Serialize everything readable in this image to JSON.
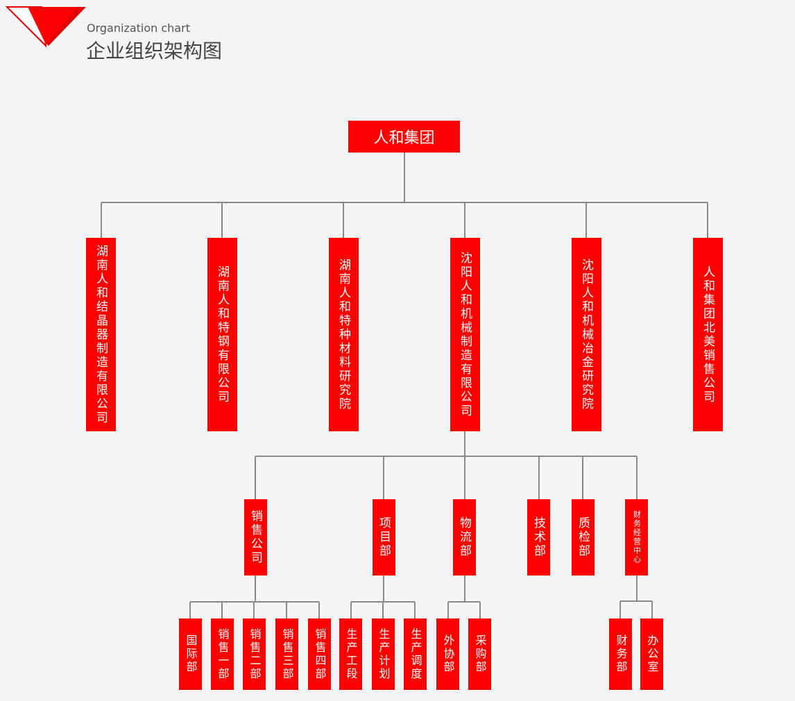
{
  "header": {
    "subtitle": "Organization chart",
    "title": "企业组织架构图"
  },
  "colors": {
    "box": "#ff0000",
    "line": "#888888"
  },
  "root": "人和集团",
  "level1": [
    "湖南人和结晶器制造有限公司",
    "湖南人和特钢有限公司",
    "湖南人和特种材料研究院",
    "沈阳人和机械制造有限公司",
    "沈阳人和机械冶金研究院",
    "人和集团北美销售公司"
  ],
  "level2": [
    "销售公司",
    "项目部",
    "物流部",
    "技术部",
    "质检部",
    "财务经营中心"
  ],
  "level3": {
    "sales": [
      "国际部",
      "销售一部",
      "销售二部",
      "销售三部",
      "销售四部"
    ],
    "project": [
      "生产工段",
      "生产计划",
      "生产调度"
    ],
    "logistics": [
      "外协部",
      "采购部"
    ],
    "finance": [
      "财务部",
      "办公室"
    ]
  }
}
